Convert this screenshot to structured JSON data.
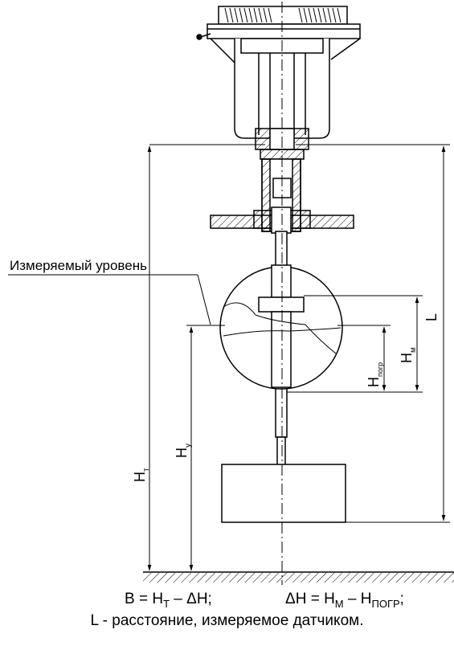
{
  "labels": {
    "measured_level": "Измеряемый уровень",
    "L": "L",
    "Ht_main": "H",
    "Ht_sub": "т",
    "Hy_main": "H",
    "Hy_sub": "у",
    "Hm_main": "H",
    "Hm_sub": "м",
    "Hpogr_main": "H",
    "Hpogr_sub": "погр"
  },
  "formulas": {
    "b_lhs": "B = H",
    "b_sub1": "Т",
    "b_rest": " – ΔH;",
    "dh_lhs": "ΔH = H",
    "dh_sub1": "М",
    "dh_mid": " – H",
    "dh_sub2": "ПОГР",
    "dh_end": ";",
    "l_desc": "L - расстояние, измеряемое датчиком."
  }
}
